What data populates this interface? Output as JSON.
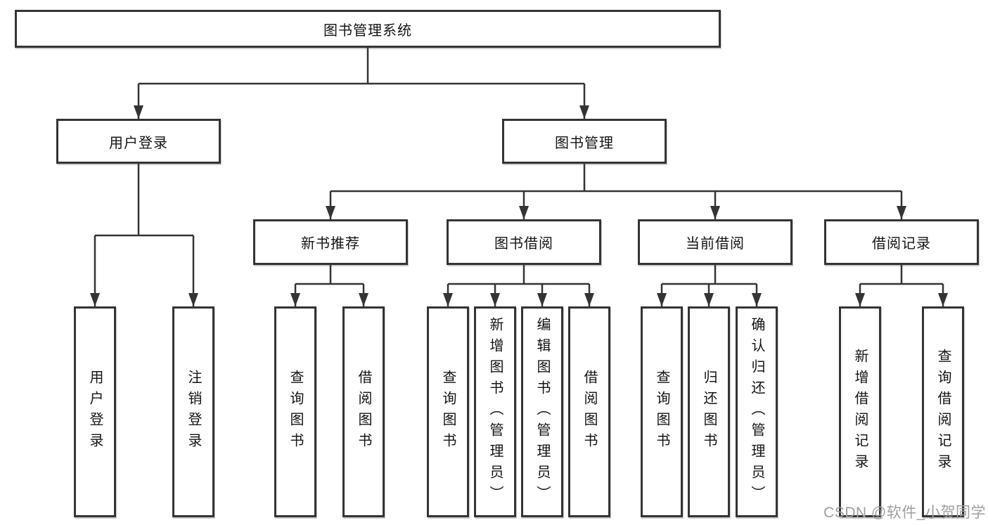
{
  "tree": {
    "root": {
      "label": "图书管理系统"
    },
    "level2": [
      {
        "label": "用户登录",
        "children": [
          "用户登录",
          "注销登录"
        ]
      },
      {
        "label": "图书管理"
      }
    ],
    "modules": [
      {
        "label": "新书推荐",
        "children": [
          "查询图书",
          "借阅图书"
        ]
      },
      {
        "label": "图书借阅",
        "children": [
          "查询图书",
          "新增图书（管理员）",
          "编辑图书（管理员）",
          "借阅图书"
        ]
      },
      {
        "label": "当前借阅",
        "children": [
          "查询图书",
          "归还图书",
          "确认归还（管理员）"
        ]
      },
      {
        "label": "借阅记录",
        "children": [
          "新增借阅记录",
          "查询借阅记录"
        ]
      }
    ]
  },
  "watermark": {
    "text": "CSDN @软件_小贺同学"
  },
  "colors": {
    "line": "#343434",
    "box_border": "#343434",
    "text": "#141414",
    "watermark": "#9e9e9e",
    "background": "#ffffff"
  }
}
